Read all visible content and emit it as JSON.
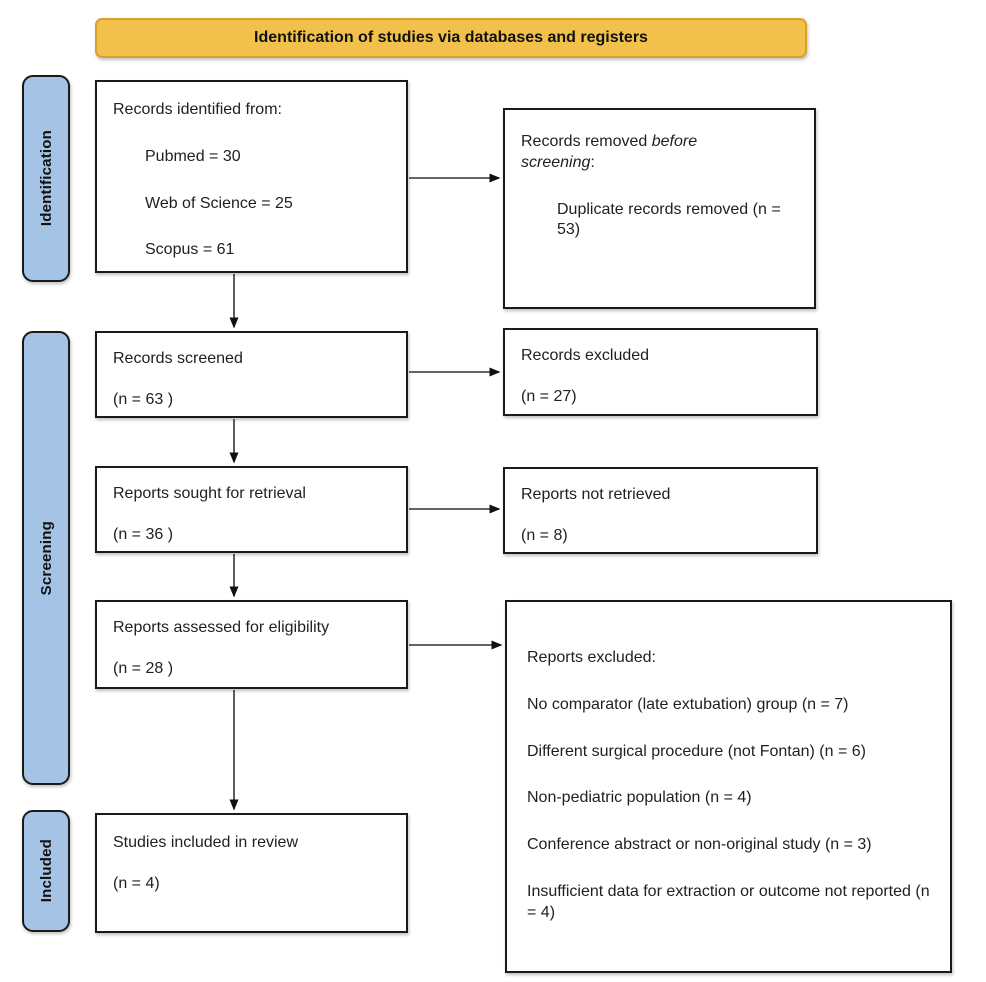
{
  "banner": {
    "title": "Identification of studies via databases and registers"
  },
  "stages": {
    "identification": "Identification",
    "screening": "Screening",
    "included": "Included"
  },
  "colors": {
    "banner_fill": "#F2C14C",
    "banner_border": "#D9A02C",
    "stage_fill": "#A5C3E4",
    "box_border": "#1A1A1A",
    "arrow": "#333333",
    "text": "#1F1F1F"
  },
  "boxes": {
    "records_identified": {
      "title": "Records identified from:",
      "items": [
        "Pubmed = 30",
        "Web of Science = 25",
        "Scopus = 61"
      ]
    },
    "records_removed": {
      "title_prefix": "Records removed ",
      "title_italic": "before screening",
      "title_suffix": ":",
      "items": [
        "Duplicate records removed (n = 53)"
      ]
    },
    "records_screened": {
      "title": "Records screened",
      "count": "(n = 63 )"
    },
    "records_excluded": {
      "title": "Records excluded",
      "count": "(n = 27)"
    },
    "reports_sought": {
      "title": "Reports sought for retrieval",
      "count": "(n = 36 )"
    },
    "reports_not_retrieved": {
      "title": "Reports not retrieved",
      "count": "(n = 8)"
    },
    "reports_assessed": {
      "title": "Reports assessed for eligibility",
      "count": "(n = 28 )"
    },
    "reports_excluded": {
      "title": "Reports excluded:",
      "items": [
        "No comparator (late extubation) group (n = 7)",
        "Different surgical procedure (not Fontan) (n = 6)",
        "Non-pediatric population (n = 4)",
        "Conference abstract or non-original study (n = 3)",
        "Insufficient data for extraction or outcome not reported (n = 4)"
      ]
    },
    "studies_included": {
      "title": "Studies included in review",
      "count": "(n = 4)"
    }
  }
}
